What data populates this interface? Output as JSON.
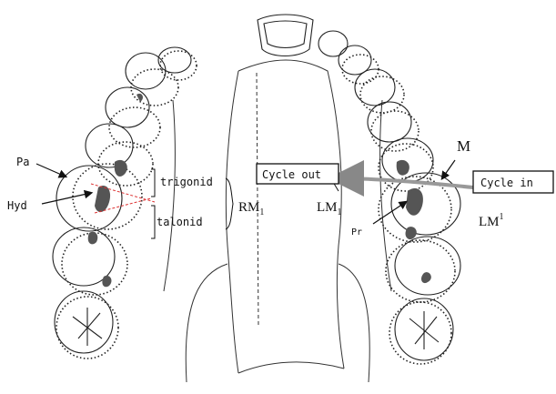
{
  "labels": {
    "pa": "Pa",
    "hyd": "Hyd",
    "trigonid": "trigonid",
    "talonid": "talonid",
    "rm_main": "RM",
    "rm_sub": "1",
    "cycle_out": "Cycle out",
    "lm_lower_main": "LM",
    "lm_lower_sub": "1",
    "pr": "Pr",
    "m": "M",
    "cycle_in": "Cycle in",
    "lm_upper_main": "LM",
    "lm_upper_sup": "1"
  }
}
